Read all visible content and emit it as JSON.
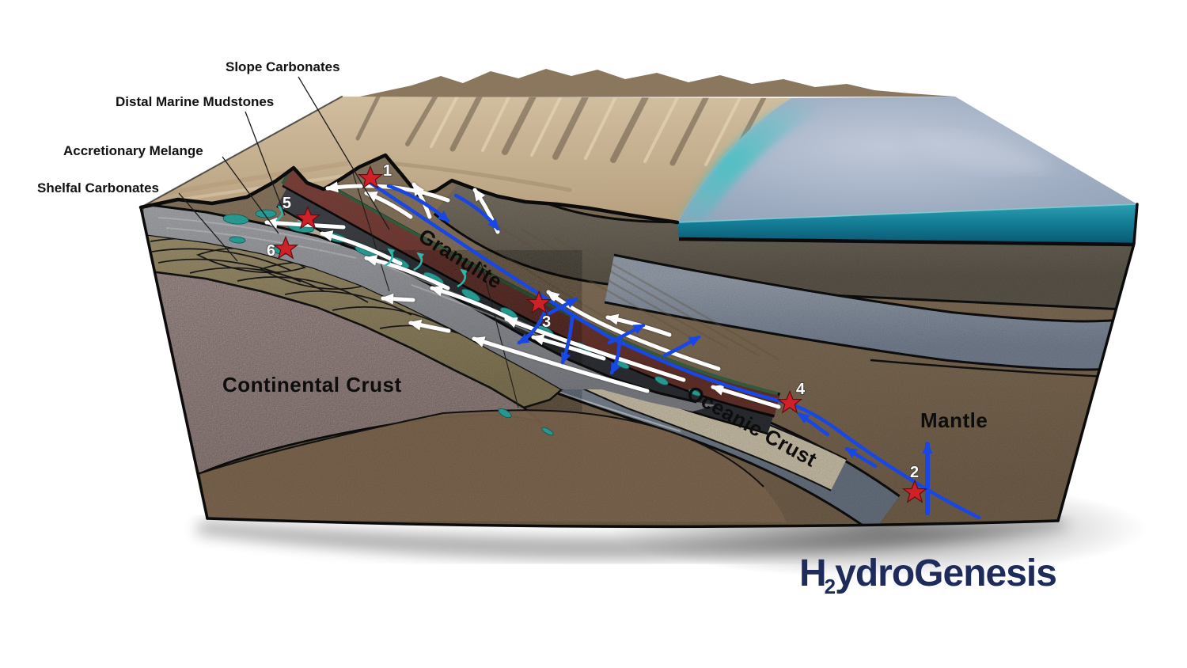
{
  "annotations": {
    "slope_carbonates": "Slope Carbonates",
    "distal_marine_mudstones": "Distal Marine Mudstones",
    "accretionary_melange": "Accretionary Melange",
    "shelfal_carbonates": "Shelfal Carbonates"
  },
  "regions": {
    "continental_crust": "Continental Crust",
    "granulite": "Granulite",
    "oceanic_crust": "Oceanic Crust",
    "mantle": "Mantle"
  },
  "stars": [
    {
      "label": "1"
    },
    {
      "label": "2"
    },
    {
      "label": "3"
    },
    {
      "label": "4"
    },
    {
      "label": "5"
    },
    {
      "label": "6"
    }
  ],
  "logo": {
    "prefix": "H",
    "subscript": "2",
    "suffix": "ydroGenesis"
  },
  "colors": {
    "fluid_arrow_blue": "#1847e6",
    "flow_arrow_white": "#ffffff",
    "marker_star_red": "#cf2127",
    "granulite_maroon": "#7d4038",
    "carbonate_lens_teal": "#2fb7ae",
    "logo_navy": "#1e2c5c",
    "ocean_front_teal": "#0d6d86",
    "ocean_surface_blue": "#9fadc2"
  }
}
